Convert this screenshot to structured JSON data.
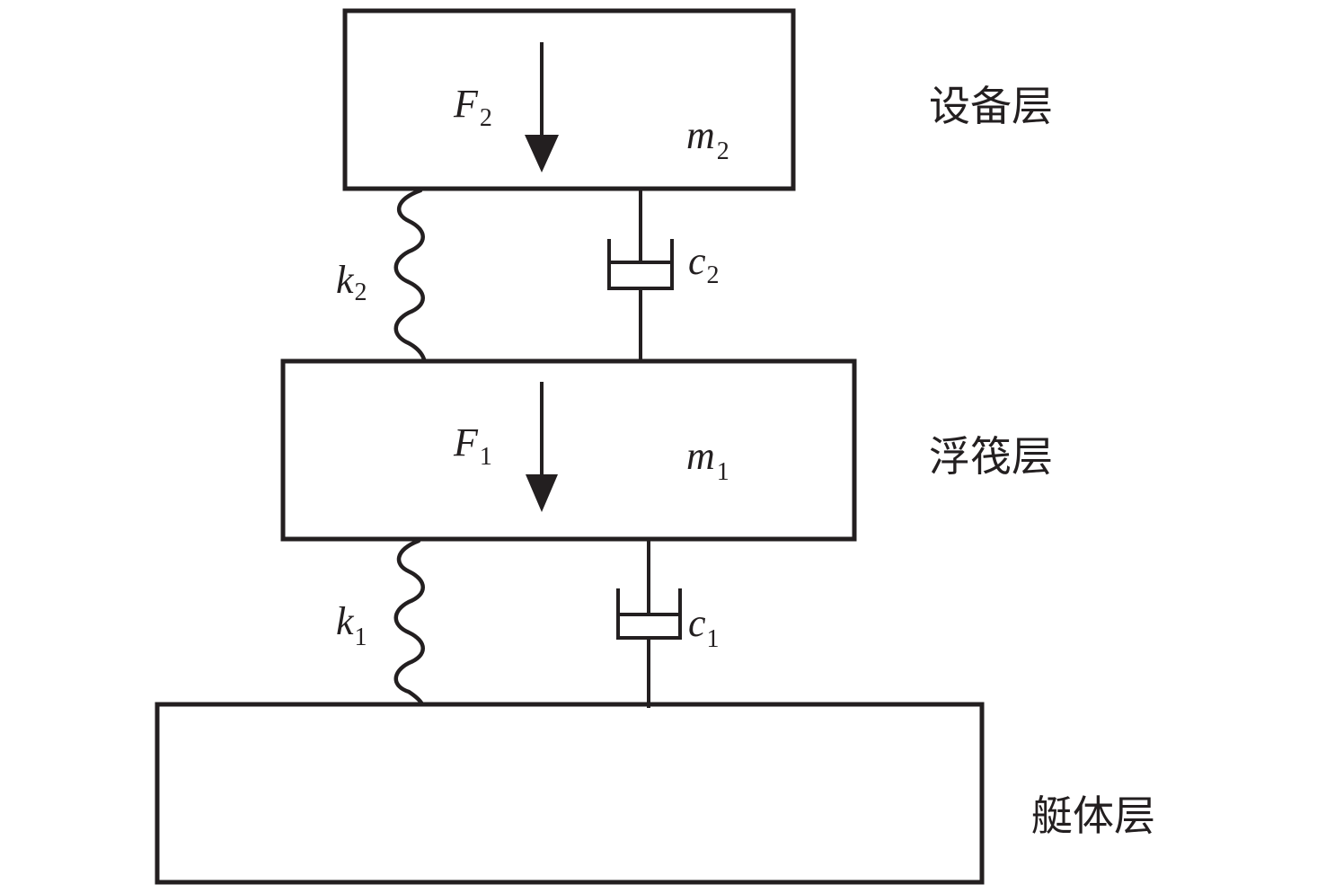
{
  "diagram": {
    "type": "two-stage floating raft vibration isolation model",
    "layers": [
      {
        "id": "equipment",
        "label": "设备层",
        "mass": "m",
        "mass_sub": "2",
        "force": "F",
        "force_sub": "2"
      },
      {
        "id": "raft",
        "label": "浮筏层",
        "mass": "m",
        "mass_sub": "1",
        "force": "F",
        "force_sub": "1"
      },
      {
        "id": "hull",
        "label": "艇体层"
      }
    ],
    "connections": [
      {
        "between": [
          "equipment",
          "raft"
        ],
        "spring": "k",
        "spring_sub": "2",
        "damper": "c",
        "damper_sub": "2"
      },
      {
        "between": [
          "raft",
          "hull"
        ],
        "spring": "k",
        "spring_sub": "1",
        "damper": "c",
        "damper_sub": "1"
      }
    ],
    "colors": {
      "stroke": "#231f20",
      "background": "#ffffff"
    }
  }
}
